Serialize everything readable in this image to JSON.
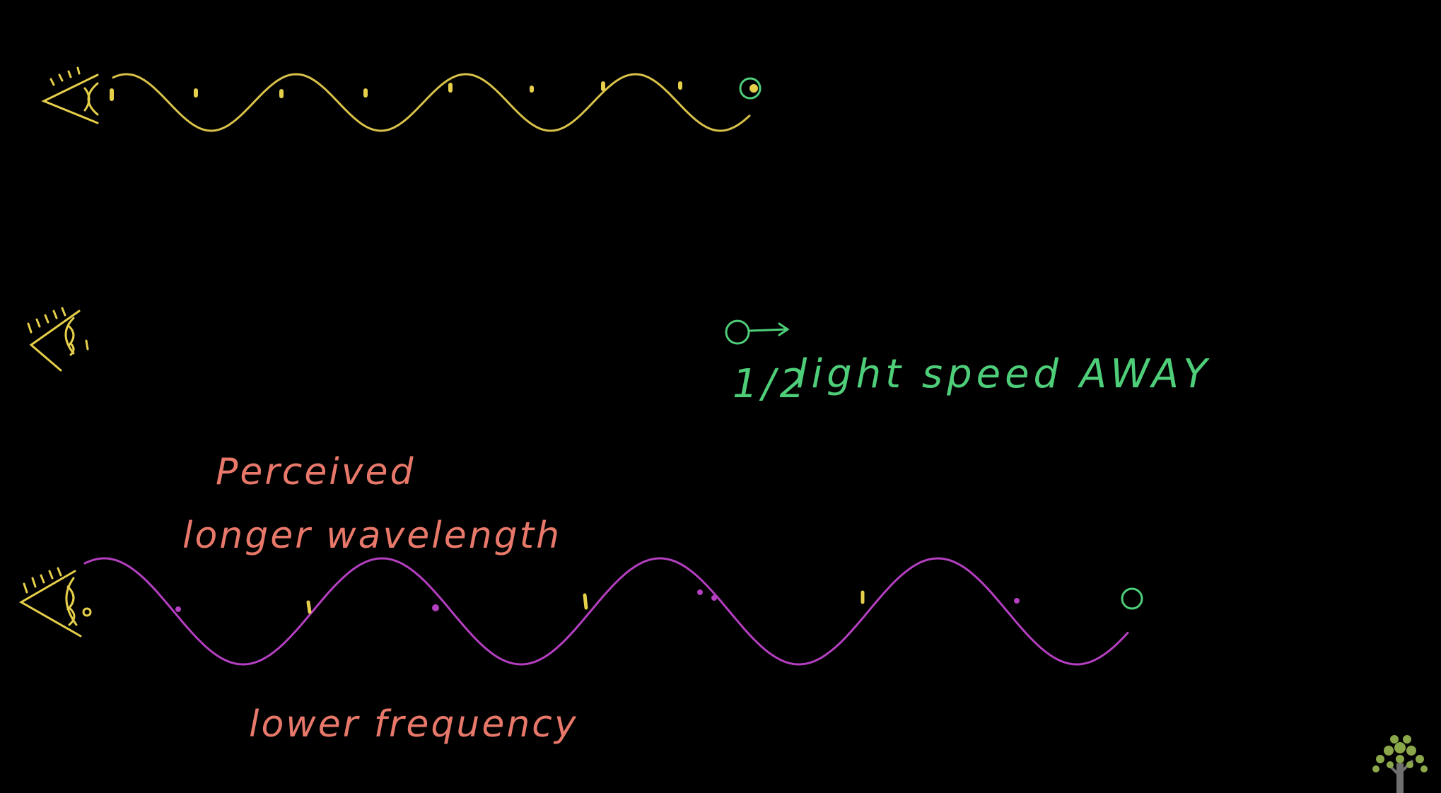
{
  "colors": {
    "background": "#000000",
    "wave_emitted": "#d9c24a",
    "wave_perceived": "#b43fc0",
    "source": "#4fce7a",
    "annotation": "#e8786a",
    "eye": "#e6cf4a",
    "logo": "#8aa84a"
  },
  "icons": {
    "eye": "eye-icon",
    "source": "source-circle-icon",
    "logo": "tree-logo-icon"
  },
  "labels": {
    "speed_half": "1/2",
    "speed_text": "light speed AWAY",
    "perceived_line1": "Perceived",
    "perceived_line2": "longer wavelength",
    "lower_frequency": "lower frequency"
  }
}
